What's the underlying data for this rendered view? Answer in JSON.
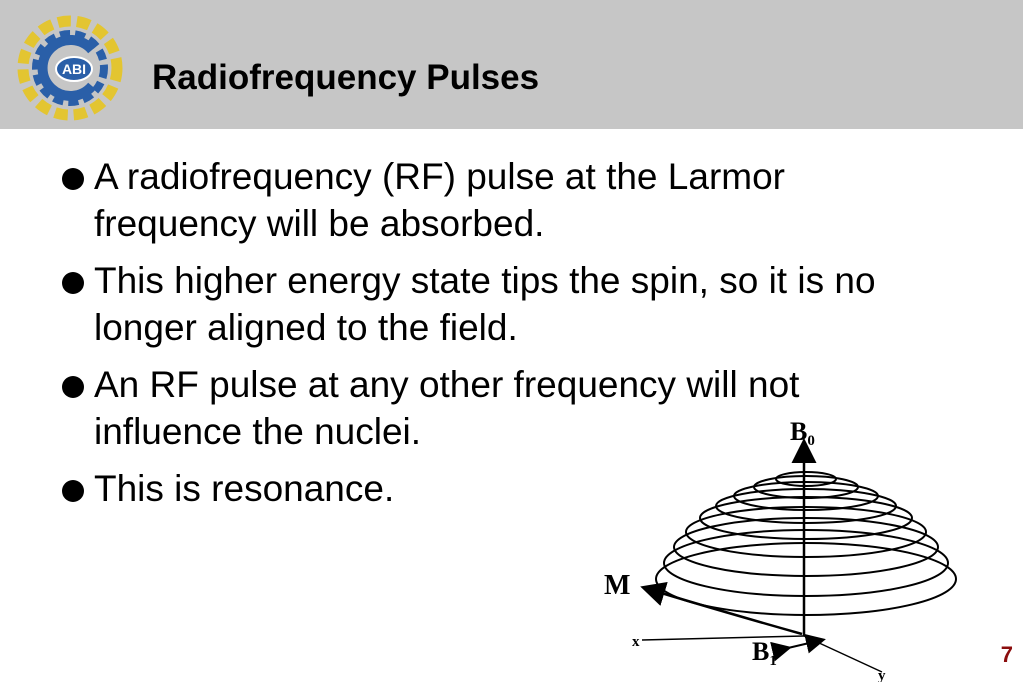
{
  "header": {
    "logo_text": "ABI",
    "title": "Radiofrequency Pulses"
  },
  "bullets": [
    {
      "text": "A radiofrequency (RF) pulse at the Larmor frequency will be absorbed."
    },
    {
      "text": "This higher energy state tips the spin, so it is no longer aligned to the field."
    },
    {
      "text": "An RF pulse at any other frequency will not influence the nuclei."
    },
    {
      "text": "This is resonance."
    }
  ],
  "diagram": {
    "labels": {
      "b0": "B",
      "b0_sub": "0",
      "m": "M",
      "b1": "B",
      "b1_sub": "1",
      "x": "x",
      "y": "y"
    }
  },
  "footer": {
    "page_number": "7"
  },
  "colors": {
    "header_bg": "#c6c6c6",
    "logo_blue": "#2a5fa8",
    "logo_yellow": "#e3c531",
    "page_number": "#8b0d0d"
  }
}
